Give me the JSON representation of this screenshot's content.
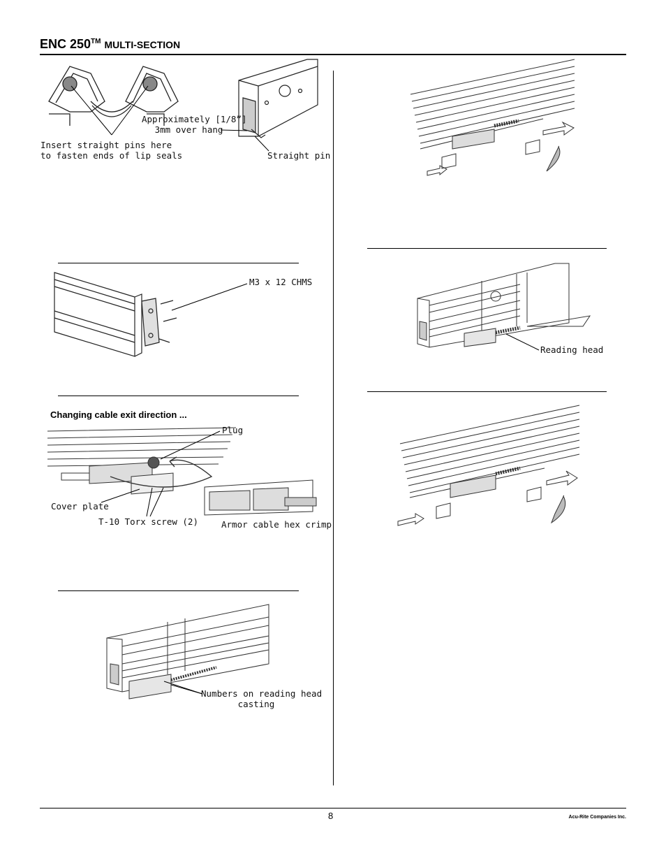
{
  "header": {
    "title": "ENC 250",
    "tm": "TM",
    "subtitle": "MULTI-SECTION"
  },
  "figures": {
    "lip_seal": {
      "label_pins_line1": "Insert straight pins here",
      "label_pins_line2": "to fasten ends of lip seals",
      "label_overhang_line1": "Approximately [1/8”]",
      "label_overhang_line2": "3mm over hang",
      "label_straight_pin": "Straight pin"
    },
    "end_plate": {
      "label_screws": "M3 x 12 CHMS"
    },
    "cable_exit": {
      "caption": "Changing cable exit direction ...",
      "label_plug": "Plug",
      "label_cover_plate": "Cover plate",
      "label_torx": "T-10 Torx screw (2)",
      "label_crimp": "Armor cable hex crimp"
    },
    "numbers": {
      "label_line1": "Numbers on reading head",
      "label_line2": "casting"
    },
    "reading_head": {
      "label": "Reading head"
    }
  },
  "footer": {
    "page_number": "8",
    "company": "Acu-Rite Companies Inc."
  }
}
